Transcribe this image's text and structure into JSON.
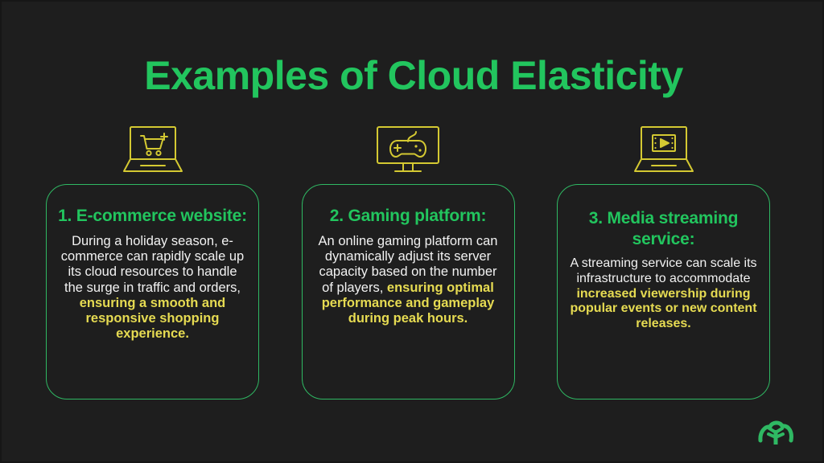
{
  "slide": {
    "title": "Examples of Cloud Elasticity",
    "background_color": "#1e1e1e",
    "accent_green": "#22c55e",
    "highlight_yellow": "#e6db52",
    "icon_yellow": "#d4c932",
    "body_text_color": "#f2f2f2"
  },
  "icons": [
    {
      "name": "laptop-shopping-cart-icon",
      "label": "laptop with shopping cart"
    },
    {
      "name": "monitor-game-controller-icon",
      "label": "monitor with game controller"
    },
    {
      "name": "laptop-video-play-icon",
      "label": "laptop with video play film strip"
    }
  ],
  "cards": [
    {
      "heading": "1. E-commerce website:",
      "body_plain": "During a holiday season, e-commerce can rapidly scale up its cloud resources to handle the surge in traffic and orders,",
      "body_highlight": "ensuring a smooth and responsive shopping experience."
    },
    {
      "heading": "2. Gaming platform:",
      "body_plain": "An online gaming platform can dynamically adjust its server capacity based on the number of players,",
      "body_highlight": "ensuring optimal performance and gameplay during peak hours."
    },
    {
      "heading": "3. Media streaming service:",
      "body_plain": "A streaming service can scale its infrastructure to accommodate",
      "body_highlight": "increased viewership during popular events or new content releases."
    }
  ],
  "logo": {
    "name": "cloud-sprout-logo",
    "color": "#2fb863"
  }
}
